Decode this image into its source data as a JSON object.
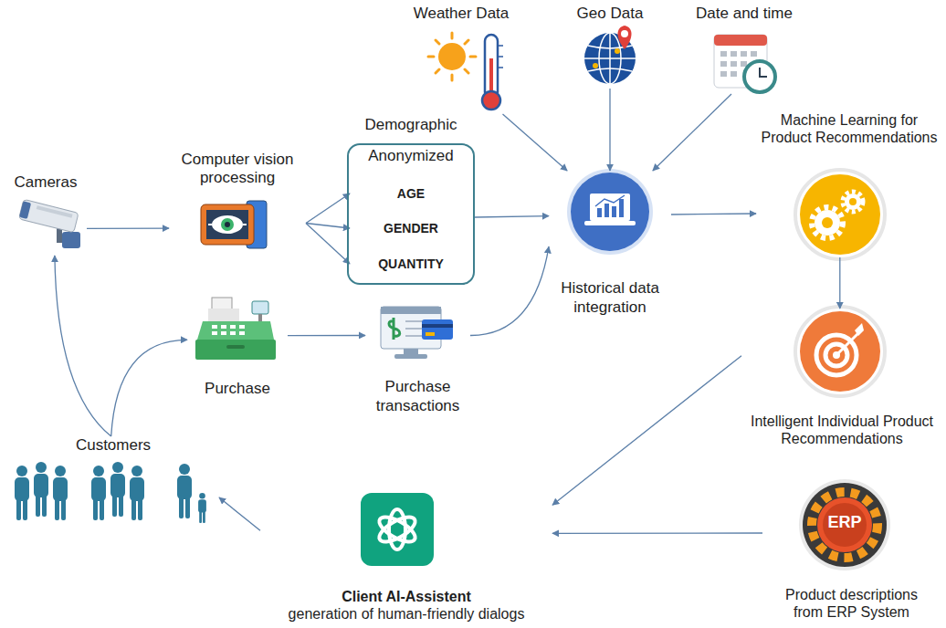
{
  "diagram": {
    "nodes": [
      {
        "text": [
          "Cameras"
        ]
      },
      {
        "text": [
          "Computer vision processing"
        ]
      },
      {
        "text": [
          "Demographic",
          "Anonymized"
        ]
      },
      {
        "text": [
          "AGE"
        ],
        "in": 2
      },
      {
        "text": [
          "GENDER"
        ],
        "in": 2
      },
      {
        "text": [
          "QUANTITY"
        ],
        "in": 2
      },
      {
        "text": [
          "Weather Data"
        ]
      },
      {
        "text": [
          "Geo Data"
        ]
      },
      {
        "text": [
          "Date and time"
        ]
      },
      {
        "text": [
          "Historical data integration"
        ]
      },
      {
        "text": [
          "Purchase"
        ]
      },
      {
        "text": [
          "Purchase transactions"
        ]
      },
      {
        "text": [
          "Machine Learning for Product Recommendations"
        ]
      },
      {
        "text": [
          "Intelligent Individual Product Recommendations"
        ]
      },
      {
        "text": [
          "Client AI-Assistent",
          "generation of human-friendly dialogs"
        ]
      },
      {
        "text": [
          "Product descriptions from ERP System"
        ]
      },
      {
        "text": [
          "Customers"
        ]
      }
    ],
    "edges": [
      {
        "from": 0,
        "to": 1,
        "arrow": "to"
      },
      {
        "from": 1,
        "to": 3,
        "arrow": "to"
      },
      {
        "from": 1,
        "to": 4,
        "arrow": "to"
      },
      {
        "from": 1,
        "to": 5,
        "arrow": "to"
      },
      {
        "from": 2,
        "to": 9,
        "arrow": "to"
      },
      {
        "from": 6,
        "to": 9,
        "arrow": "to"
      },
      {
        "from": 7,
        "to": 9,
        "arrow": "to"
      },
      {
        "from": 8,
        "to": 9,
        "arrow": "to"
      },
      {
        "from": 10,
        "to": 11,
        "arrow": "to"
      },
      {
        "from": 11,
        "to": 9,
        "arrow": "to"
      },
      {
        "from": 9,
        "to": 12,
        "arrow": "to"
      },
      {
        "from": 12,
        "to": 13,
        "arrow": "to"
      },
      {
        "from": 13,
        "to": 14,
        "arrow": "to"
      },
      {
        "from": 15,
        "to": 14,
        "arrow": "to"
      },
      {
        "from": 14,
        "to": 16,
        "arrow": "to"
      },
      {
        "from": 16,
        "to": 0,
        "arrow": "to"
      },
      {
        "from": 16,
        "to": 10,
        "arrow": "to"
      }
    ],
    "labels": [
      "ERP"
    ]
  }
}
